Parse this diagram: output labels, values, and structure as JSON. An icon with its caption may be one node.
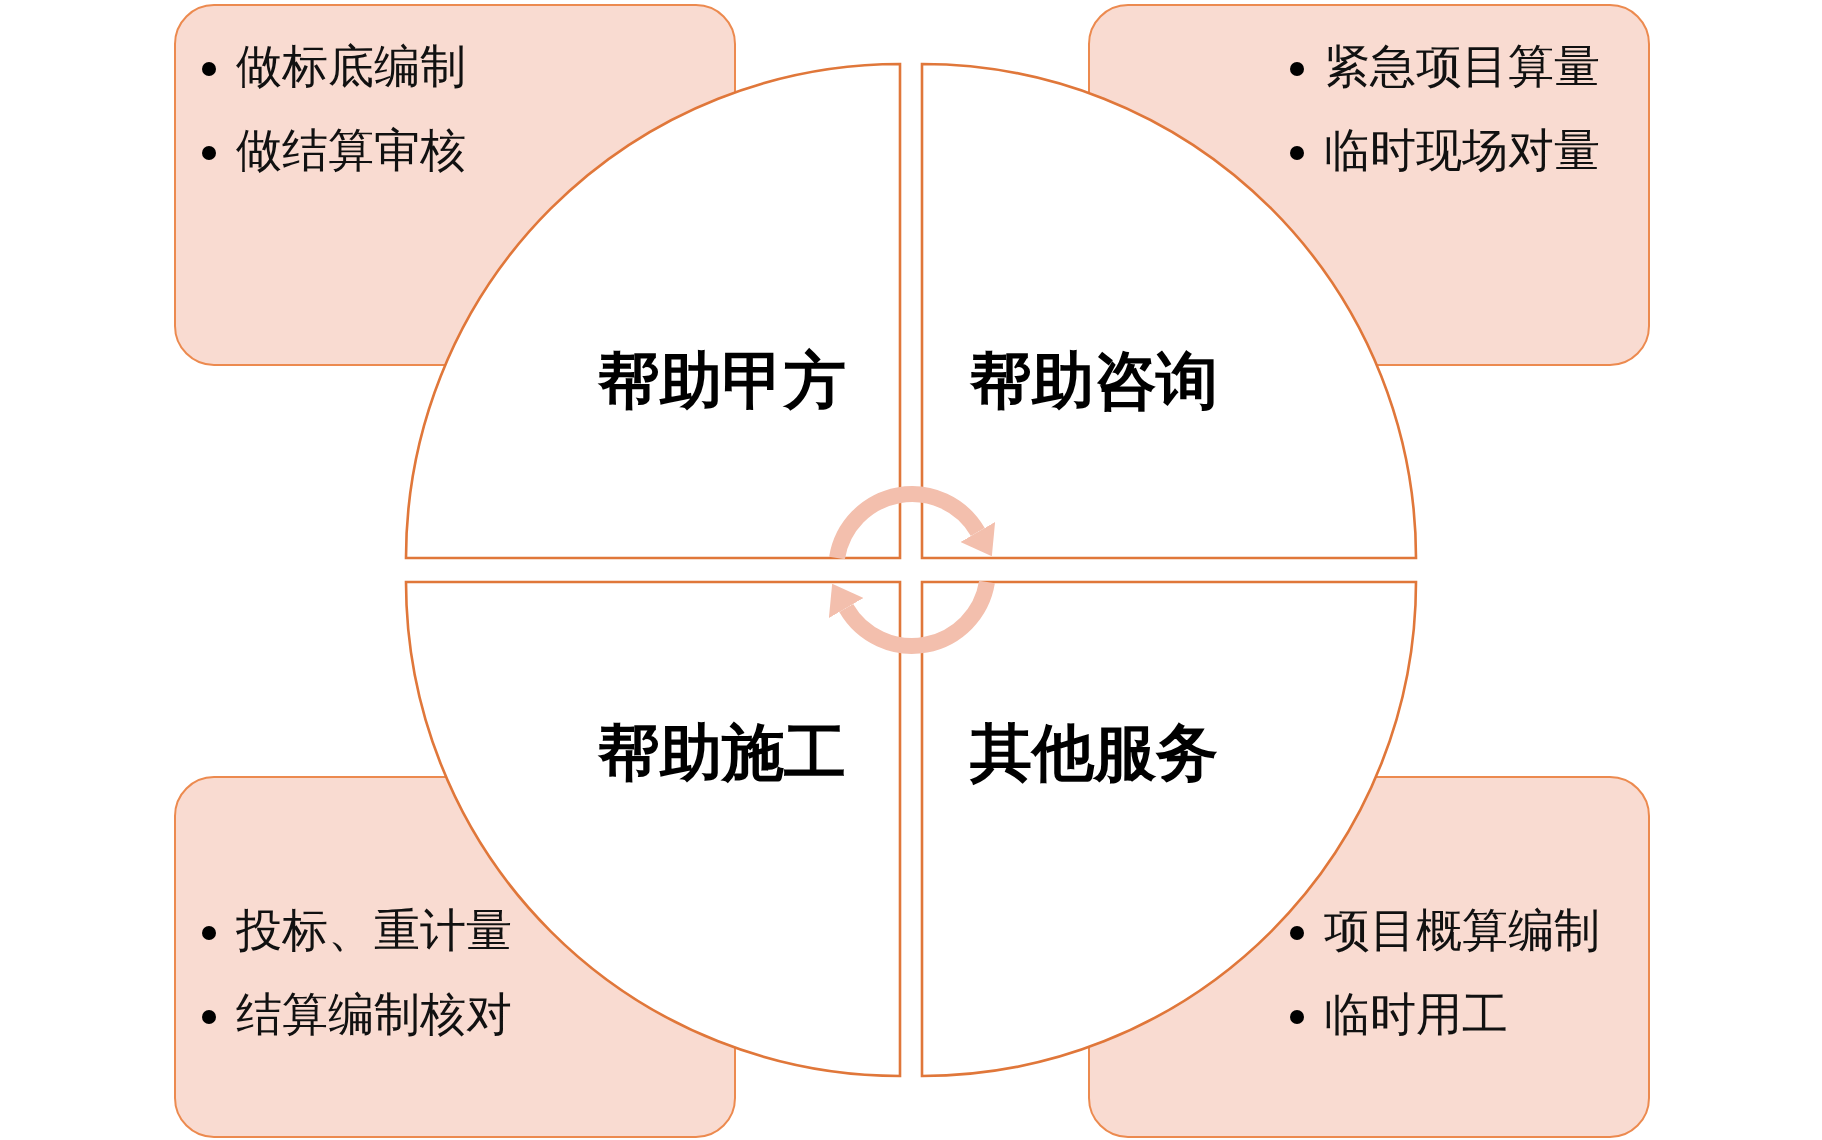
{
  "diagram": {
    "nodes": [
      {
        "text": [
          "做标底编制",
          "做结算审核"
        ]
      },
      {
        "text": [
          "紧急项目算量",
          "临时现场对量"
        ]
      },
      {
        "text": [
          "帮助甲方"
        ]
      },
      {
        "text": [
          "帮助咨询"
        ]
      },
      {
        "text": [
          "帮助施工"
        ]
      },
      {
        "text": [
          "其他服务"
        ]
      },
      {
        "text": [
          "投标、重计量",
          "结算编制核对"
        ]
      },
      {
        "text": [
          "项目概算编制",
          "临时用工"
        ]
      }
    ],
    "edges": [
      {
        "from": 2,
        "to": 3,
        "arrow": "to"
      },
      {
        "from": 5,
        "to": 4,
        "arrow": "to"
      }
    ]
  }
}
